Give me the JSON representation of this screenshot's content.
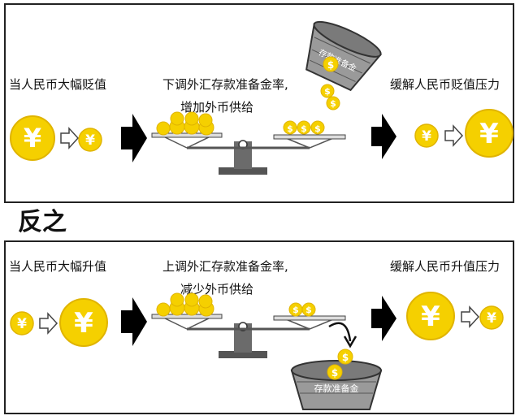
{
  "top_panel": {
    "condition": "当人民币大幅贬值",
    "action_line1": "下调外汇存款准备金率,",
    "action_line2": "增加外币供给",
    "result": "缓解人民币贬值压力",
    "coin_symbol": "¥",
    "dollar_symbol": "$",
    "basin_label": "存款准备金"
  },
  "divider": {
    "label": "反之"
  },
  "bottom_panel": {
    "condition": "当人民币大幅升值",
    "action_line1": "上调外汇存款准备金率,",
    "action_line2": "减少外币供给",
    "result": "缓解人民币升值压力",
    "coin_symbol": "¥",
    "dollar_symbol": "$",
    "basin_label": "存款准备金"
  },
  "colors": {
    "coin_gold": "#f5d000",
    "coin_edge": "#e0b400",
    "ink": "#111111",
    "scale_gray": "#6b6b6b",
    "basin_gray": "#9a9a9a"
  },
  "icons": [
    "yuan-coin-icon",
    "dollar-coin-icon",
    "hollow-arrow-icon",
    "black-arrow-icon",
    "balance-scale-icon",
    "reserve-basin-icon",
    "curved-arrow-icon"
  ]
}
